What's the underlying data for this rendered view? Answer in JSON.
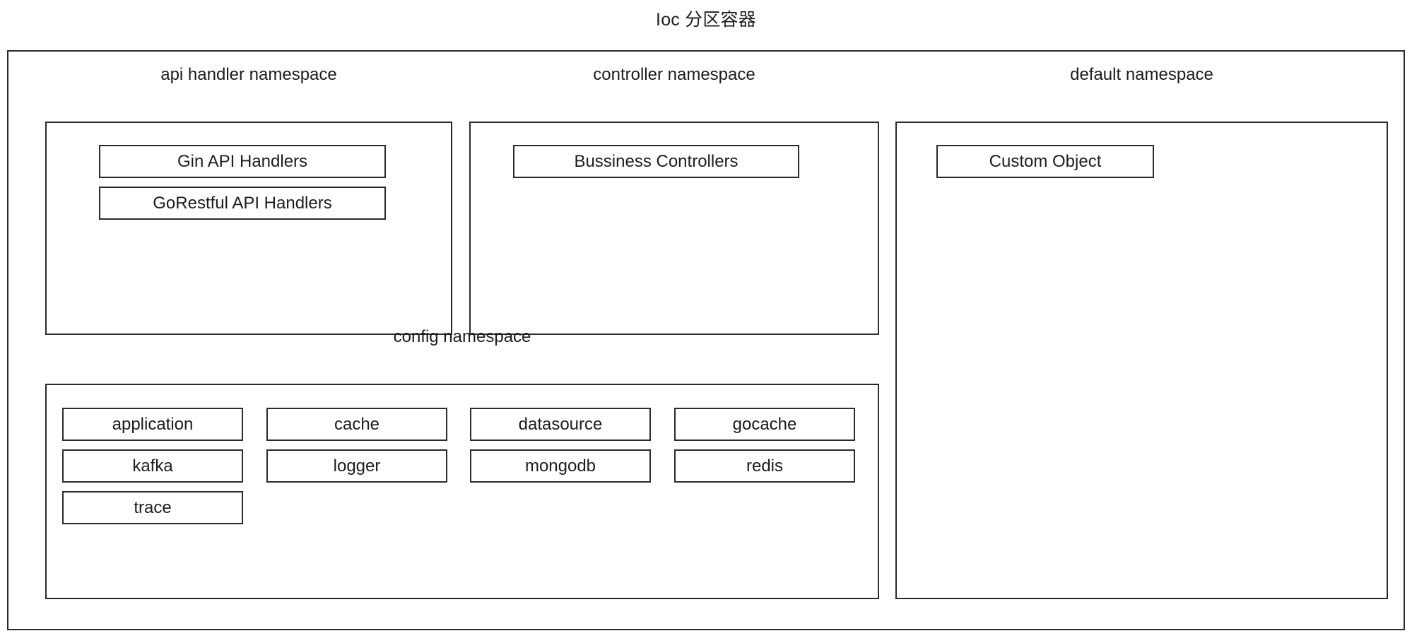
{
  "diagram": {
    "title": "Ioc 分区容器",
    "colors": {
      "stroke": "#2b2b2b",
      "text": "#1d1d1d",
      "background": "#ffffff"
    },
    "namespaces": [
      {
        "id": "api-handler",
        "label": "api handler namespace",
        "items": [
          {
            "label": "Gin API Handlers"
          },
          {
            "label": "GoRestful API Handlers"
          }
        ]
      },
      {
        "id": "controller",
        "label": "controller namespace",
        "items": [
          {
            "label": "Bussiness Controllers"
          }
        ]
      },
      {
        "id": "default",
        "label": "default namespace",
        "items": [
          {
            "label": "Custom Object"
          }
        ]
      },
      {
        "id": "config",
        "label": "config namespace",
        "items": [
          {
            "label": "application"
          },
          {
            "label": "cache"
          },
          {
            "label": "datasource"
          },
          {
            "label": "gocache"
          },
          {
            "label": "kafka"
          },
          {
            "label": "logger"
          },
          {
            "label": "mongodb"
          },
          {
            "label": "redis"
          },
          {
            "label": "trace"
          }
        ]
      }
    ]
  }
}
